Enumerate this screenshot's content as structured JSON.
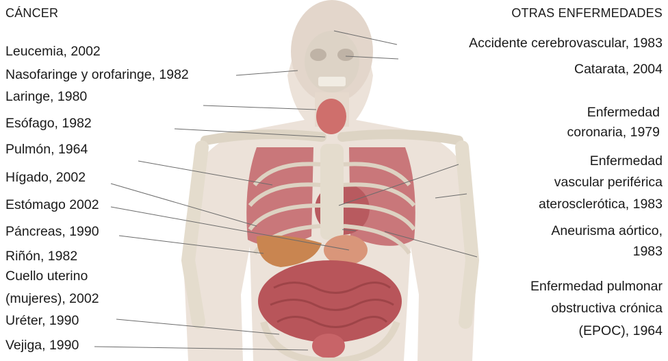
{
  "headings": {
    "cancer": "CÁNCER",
    "other": "OTRAS ENFERMEDADES"
  },
  "cancer_labels": [
    "Leucemia, 2002",
    "Nasofaringe y orofaringe, 1982",
    "Laringe,  1980",
    "Esófago, 1982",
    "Pulmón, 1964",
    "Hígado, 2002",
    "Estómago 2002",
    "Páncreas, 1990",
    "Riñón, 1982",
    "Cuello uterino",
    "(mujeres), 2002",
    "Uréter,  1990",
    "Vejiga, 1990"
  ],
  "other_labels": [
    "Accidente cerebrovascular, 1983",
    "Catarata, 2004",
    "Enfermedad",
    "coronaria, 1979",
    "Enfermedad",
    "vascular periférica",
    "aterosclerótica, 1983",
    "Aneurisma aórtico,",
    "1983",
    "Enfermedad pulmonar",
    "obstructiva crónica",
    "(EPOC), 1964"
  ],
  "colors": {
    "skin": "#e9ddd3",
    "bone": "#e3dccf",
    "lung": "#c9777a",
    "intestine": "#b8555a",
    "liver": "#c98550",
    "leader_line": "#6b6b6b"
  }
}
